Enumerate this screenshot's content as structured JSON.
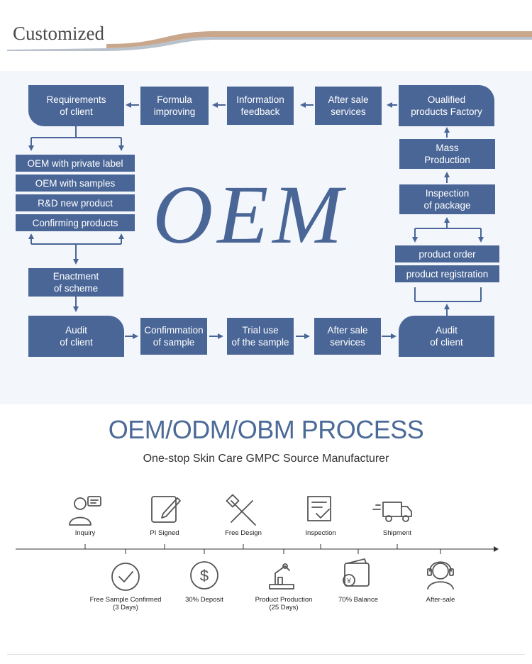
{
  "header": {
    "title": "Customized"
  },
  "diagram": {
    "watermark": "OEM",
    "top_row": [
      "Requirements\nof client",
      "Formula\nimproving",
      "Information\nfeedback",
      "After sale\nservices",
      "Oualified\nproducts Factory"
    ],
    "left_options": [
      "OEM with private label",
      "OEM with samples",
      "R&D new product",
      "Confirming products"
    ],
    "enactment": "Enactment\nof scheme",
    "bottom_row": [
      "Audit\nof client",
      "Confimmation\nof sample",
      "Trial use\nof the sample",
      "After sale\nservices",
      "Audit\nof client"
    ],
    "right_column": [
      "Mass\nProduction",
      "Inspection\nof package"
    ],
    "right_options": [
      "product order",
      "product registration"
    ]
  },
  "process": {
    "title": "OEM/ODM/OBM PROCESS",
    "subtitle": "One-stop Skin Care GMPC Source Manufacturer",
    "top_steps": [
      {
        "label": "Inquiry",
        "icon": "inquiry-icon"
      },
      {
        "label": "PI Signed",
        "icon": "pi-signed-icon"
      },
      {
        "label": "Free Design",
        "icon": "free-design-icon"
      },
      {
        "label": "Inspection",
        "icon": "inspection-icon"
      },
      {
        "label": "Shipment",
        "icon": "shipment-icon"
      }
    ],
    "bottom_steps": [
      {
        "label": "Free Sample Confirmed\n(3 Days)",
        "icon": "free-sample-icon"
      },
      {
        "label": "30% Deposit",
        "icon": "deposit-icon"
      },
      {
        "label": "Product Production\n(25 Days)",
        "icon": "production-icon"
      },
      {
        "label": "70% Balance",
        "icon": "balance-icon"
      },
      {
        "label": "After-sale",
        "icon": "after-sale-icon"
      }
    ]
  },
  "colors": {
    "box": "#4a6697",
    "title": "#4b6a98",
    "arrow": "#4a6697"
  }
}
